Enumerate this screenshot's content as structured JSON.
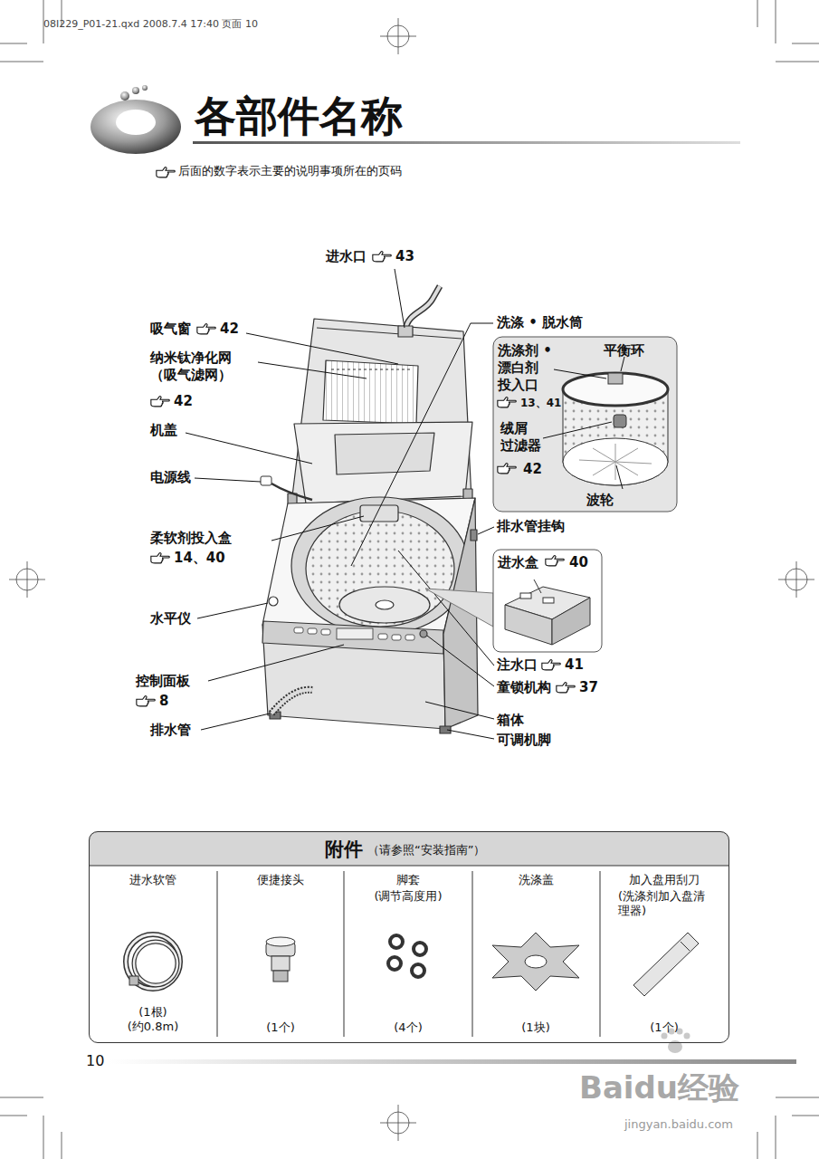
{
  "diagram": {
    "title": "各部件名称",
    "nodes": [
      {
        "text": [
          "洗涤剂 • 漂白剂 投入口",
          "13、41",
          "平衡环",
          "绒屑 过滤器",
          "42",
          "波轮"
        ]
      },
      {
        "text": [
          "进水盒",
          "40"
        ]
      },
      {
        "text": [
          "附件",
          "（请参照“安装指南”）"
        ]
      }
    ],
    "labels": [
      "08I229_P01-21.qxd  2008.7.4  17:40  页面 10",
      "后面的数字表示主要的说明事项所在的页码",
      "进水口",
      "43",
      "吸气窗",
      "42",
      "纳米钛净化网 （吸气滤网）",
      "42",
      "机盖",
      "电源线",
      "柔软剂投入盒",
      "14、40",
      "水平仪",
      "控制面板",
      "8",
      "排水管",
      "洗涤 • 脱水筒",
      "排水管挂钩",
      "注水口",
      "41",
      "童锁机构",
      "37",
      "箱体",
      "可调机脚",
      "进水软管",
      "(1根) (约0.8m)",
      "便捷接头",
      "(1个)",
      "脚套",
      "(调节高度用)",
      "(4个)",
      "洗涤盖",
      "(1块)",
      "加入盘用刮刀",
      "(洗涤剂加入盘清理器)",
      "(1个)",
      "10",
      "Baidu经验",
      "jingyan.baidu.com"
    ]
  }
}
